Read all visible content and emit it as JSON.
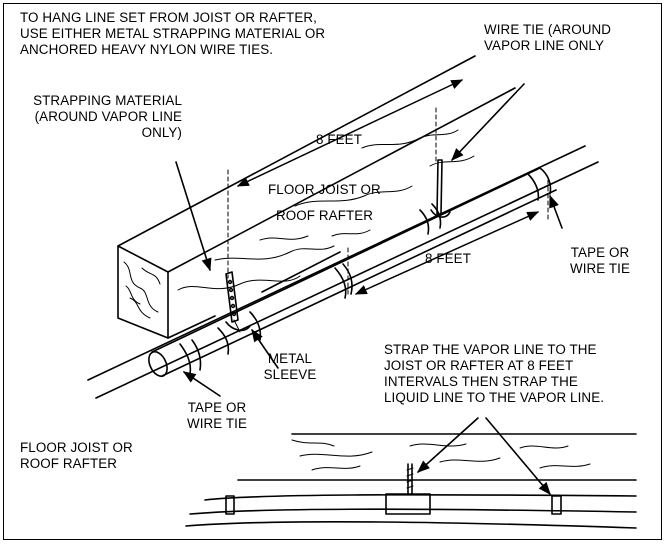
{
  "labels": {
    "instruction_top": "TO HANG LINE SET FROM JOIST OR RAFTER,\nUSE EITHER METAL STRAPPING MATERIAL OR\nANCHORED HEAVY NYLON WIRE TIES.",
    "wire_tie_around_vapor": "WIRE TIE (AROUND\nVAPOR LINE ONLY",
    "strapping_material": "STRAPPING MATERIAL\n(AROUND VAPOR LINE\nONLY)",
    "dimension_upper": "8 FEET",
    "floor_joist_upper_line1": "FLOOR JOIST OR",
    "floor_joist_upper_line2": "ROOF RAFTER",
    "dimension_lower": "8 FEET",
    "tape_or_wire_tie_right": "TAPE OR\nWIRE TIE",
    "metal_sleeve": "METAL\nSLEEVE",
    "tape_or_wire_tie_bottom": "TAPE OR\nWIRE TIE",
    "floor_joist_lower": "FLOOR JOIST OR\nROOF RAFTER",
    "instruction_bottom": "STRAP THE VAPOR LINE TO THE\nJOIST OR RAFTER AT 8 FEET\nINTERVALS THEN STRAP THE\nLIQUID LINE TO THE VAPOR LINE."
  }
}
